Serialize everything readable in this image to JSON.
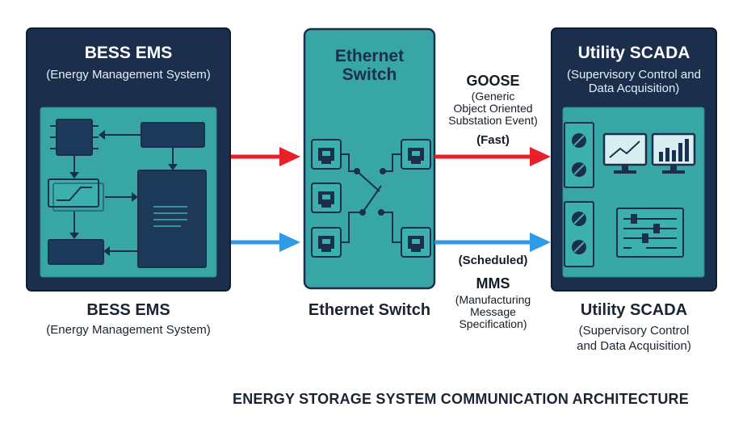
{
  "ems": {
    "title": "BESS EMS",
    "subtitle": "(Energy Management System)",
    "label_title": "BESS EMS",
    "label_subtitle": "(Energy Management System)"
  },
  "switch": {
    "title_line1": "Ethernet",
    "title_line2": "Switch",
    "label": "Ethernet Switch"
  },
  "scada": {
    "title": "Utility SCADA",
    "subtitle_line1": "(Supervisory Control and",
    "subtitle_line2": "Data Acquisition)",
    "label_title": "Utility SCADA",
    "label_subtitle_line1": "(Supervisory Control",
    "label_subtitle_line2": "and Data Acquisition)"
  },
  "goose": {
    "title": "GOOSE",
    "line1": "(Generic",
    "line2": "Object Oriented",
    "line3": "Substation Event)",
    "tag": "(Fast)"
  },
  "mms": {
    "tag": "(Scheduled)",
    "title": "MMS",
    "line1": "(Manufacturing",
    "line2": "Message",
    "line3": "Specification)"
  },
  "footer": "ENERGY STORAGE SYSTEM COMMUNICATION ARCHITECTURE",
  "colors": {
    "panel_navy": "#1b2f4d",
    "panel_teal": "#37a6a5",
    "goose_arrow": "#e8202a",
    "mms_arrow": "#2f9ae8"
  }
}
